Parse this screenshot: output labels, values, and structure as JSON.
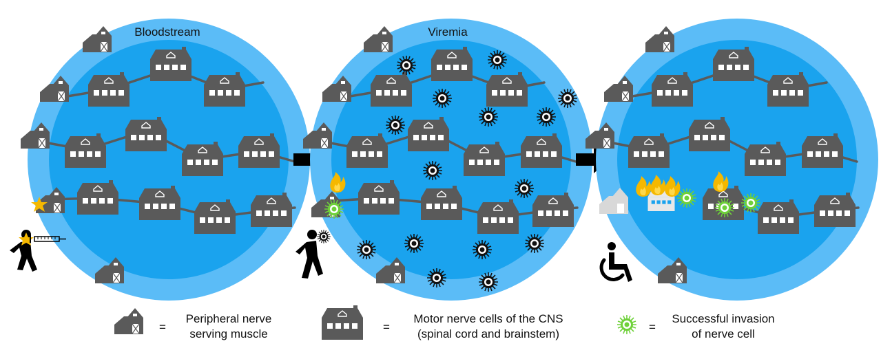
{
  "panels": [
    {
      "title": "Bloodstream"
    },
    {
      "title": "Viremia"
    },
    {
      "title": ""
    }
  ],
  "legend": {
    "peripheral_eq": "=",
    "peripheral_line1": "Peripheral nerve",
    "peripheral_line2": "serving muscle",
    "motor_eq": "=",
    "motor_line1": "Motor nerve cells of the CNS",
    "motor_line2": "(spinal cord and brainstem)",
    "invasion_eq": "=",
    "invasion_line1": "Successful invasion",
    "invasion_line2": "of nerve cell"
  },
  "colors": {
    "outer_ring": "#5bbcf7",
    "inner_disc": "#1aa3ee",
    "house": "#5a5a5a",
    "virus": "#111111",
    "invading_virus": "#6fd13a",
    "fire": "#f5b800",
    "star": "#f5b800"
  },
  "icons": [
    "barn-icon",
    "house-icon",
    "virus-icon",
    "fire-icon",
    "star-icon",
    "person-walking-icon",
    "syringe-icon",
    "wheelchair-icon",
    "arrow-right-icon"
  ]
}
